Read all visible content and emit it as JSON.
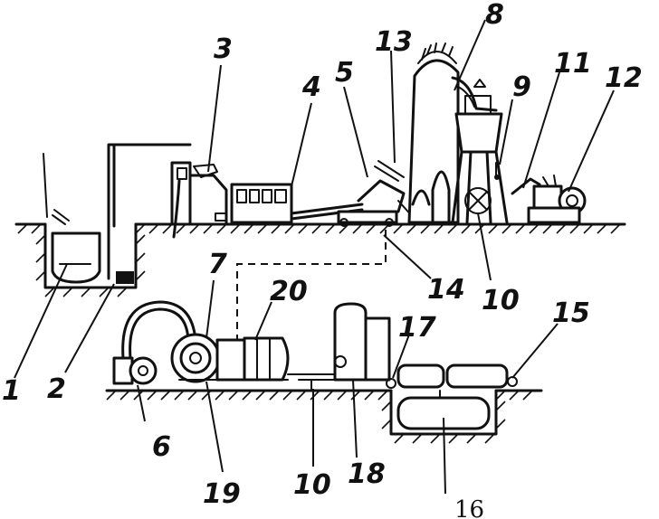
{
  "labels": {
    "l1": "1",
    "l2": "2",
    "l3": "3",
    "l4": "4",
    "l5": "5",
    "l6": "6",
    "l7": "7",
    "l8": "8",
    "l9": "9",
    "l10a": "10",
    "l10b": "10",
    "l11": "11",
    "l12": "12",
    "l13": "13",
    "l14": "14",
    "l15": "15",
    "l16": "16",
    "l17": "17",
    "l18": "18",
    "l19": "19",
    "l20": "20"
  }
}
